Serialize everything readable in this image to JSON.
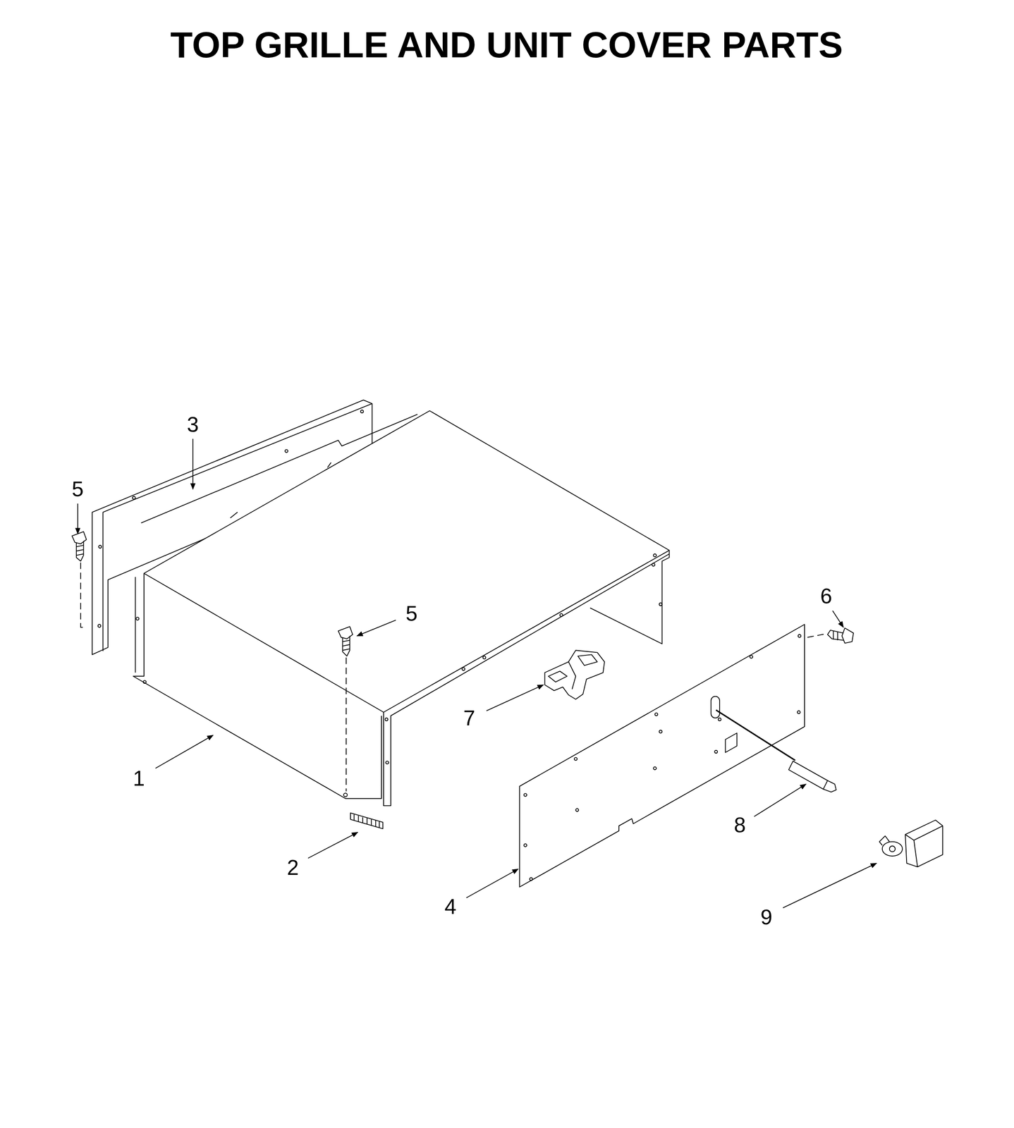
{
  "diagram": {
    "title": "TOP GRILLE AND UNIT COVER PARTS",
    "labels": [
      "3",
      "5",
      "5",
      "6",
      "7",
      "1",
      "8",
      "2",
      "4",
      "9"
    ]
  }
}
